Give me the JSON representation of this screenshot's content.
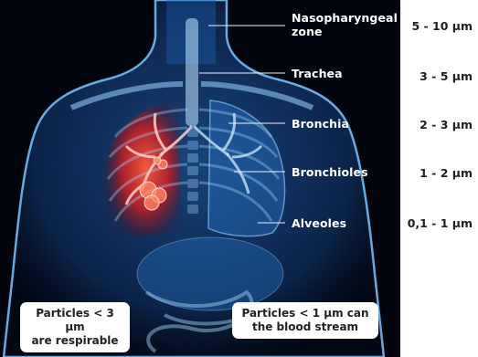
{
  "labels": {
    "nasopharyngeal": [
      "Nasopharyngeal",
      "zone"
    ],
    "trachea": "Trachea",
    "bronchia": "Bronchia",
    "bronchioles": "Bronchioles",
    "alveoles": "Alveoles"
  },
  "sizes": {
    "nasopharyngeal": "5 - 10 µm",
    "trachea": "3 - 5 µm",
    "bronchia": "2 - 3 µm",
    "bronchioles": "1 - 2 µm",
    "alveoles": "0,1 - 1 µm"
  },
  "notes": {
    "respirable": [
      "Particles < 3 µm",
      "are respirable"
    ],
    "blood": [
      "Particles < 1 µm can",
      "the blood stream"
    ]
  },
  "colors": {
    "body_glow": "#3a8fe0",
    "lung_highlight": "#e0302a",
    "background": "#02050e"
  }
}
